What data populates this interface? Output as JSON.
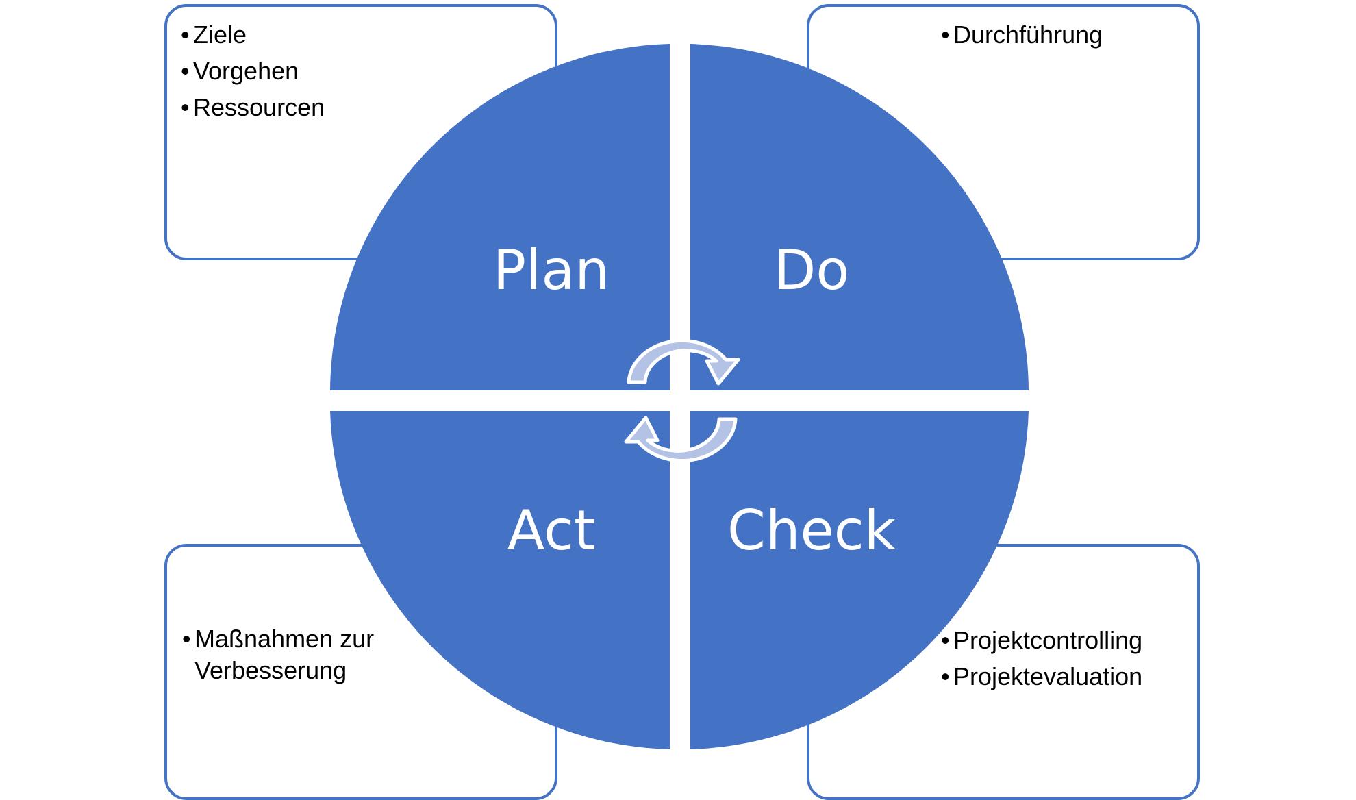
{
  "diagram": {
    "colors": {
      "circle": "#4472c4",
      "box_border": "#4472c4",
      "arrow_fill": "#b4c3e5",
      "label": "#ffffff"
    },
    "quadrants": {
      "plan": {
        "label": "Plan",
        "items": [
          "Ziele",
          "Vorgehen",
          "Ressourcen"
        ]
      },
      "do": {
        "label": "Do",
        "items": [
          "Durchführung"
        ]
      },
      "act": {
        "label": "Act",
        "items": [
          "Maßnahmen zur Verbesserung"
        ]
      },
      "check": {
        "label": "Check",
        "items": [
          "Projektcontrolling",
          "Projektevaluation"
        ]
      }
    },
    "center_icons": [
      "clockwise-arrow-icon",
      "counterclockwise-arrow-icon"
    ]
  }
}
